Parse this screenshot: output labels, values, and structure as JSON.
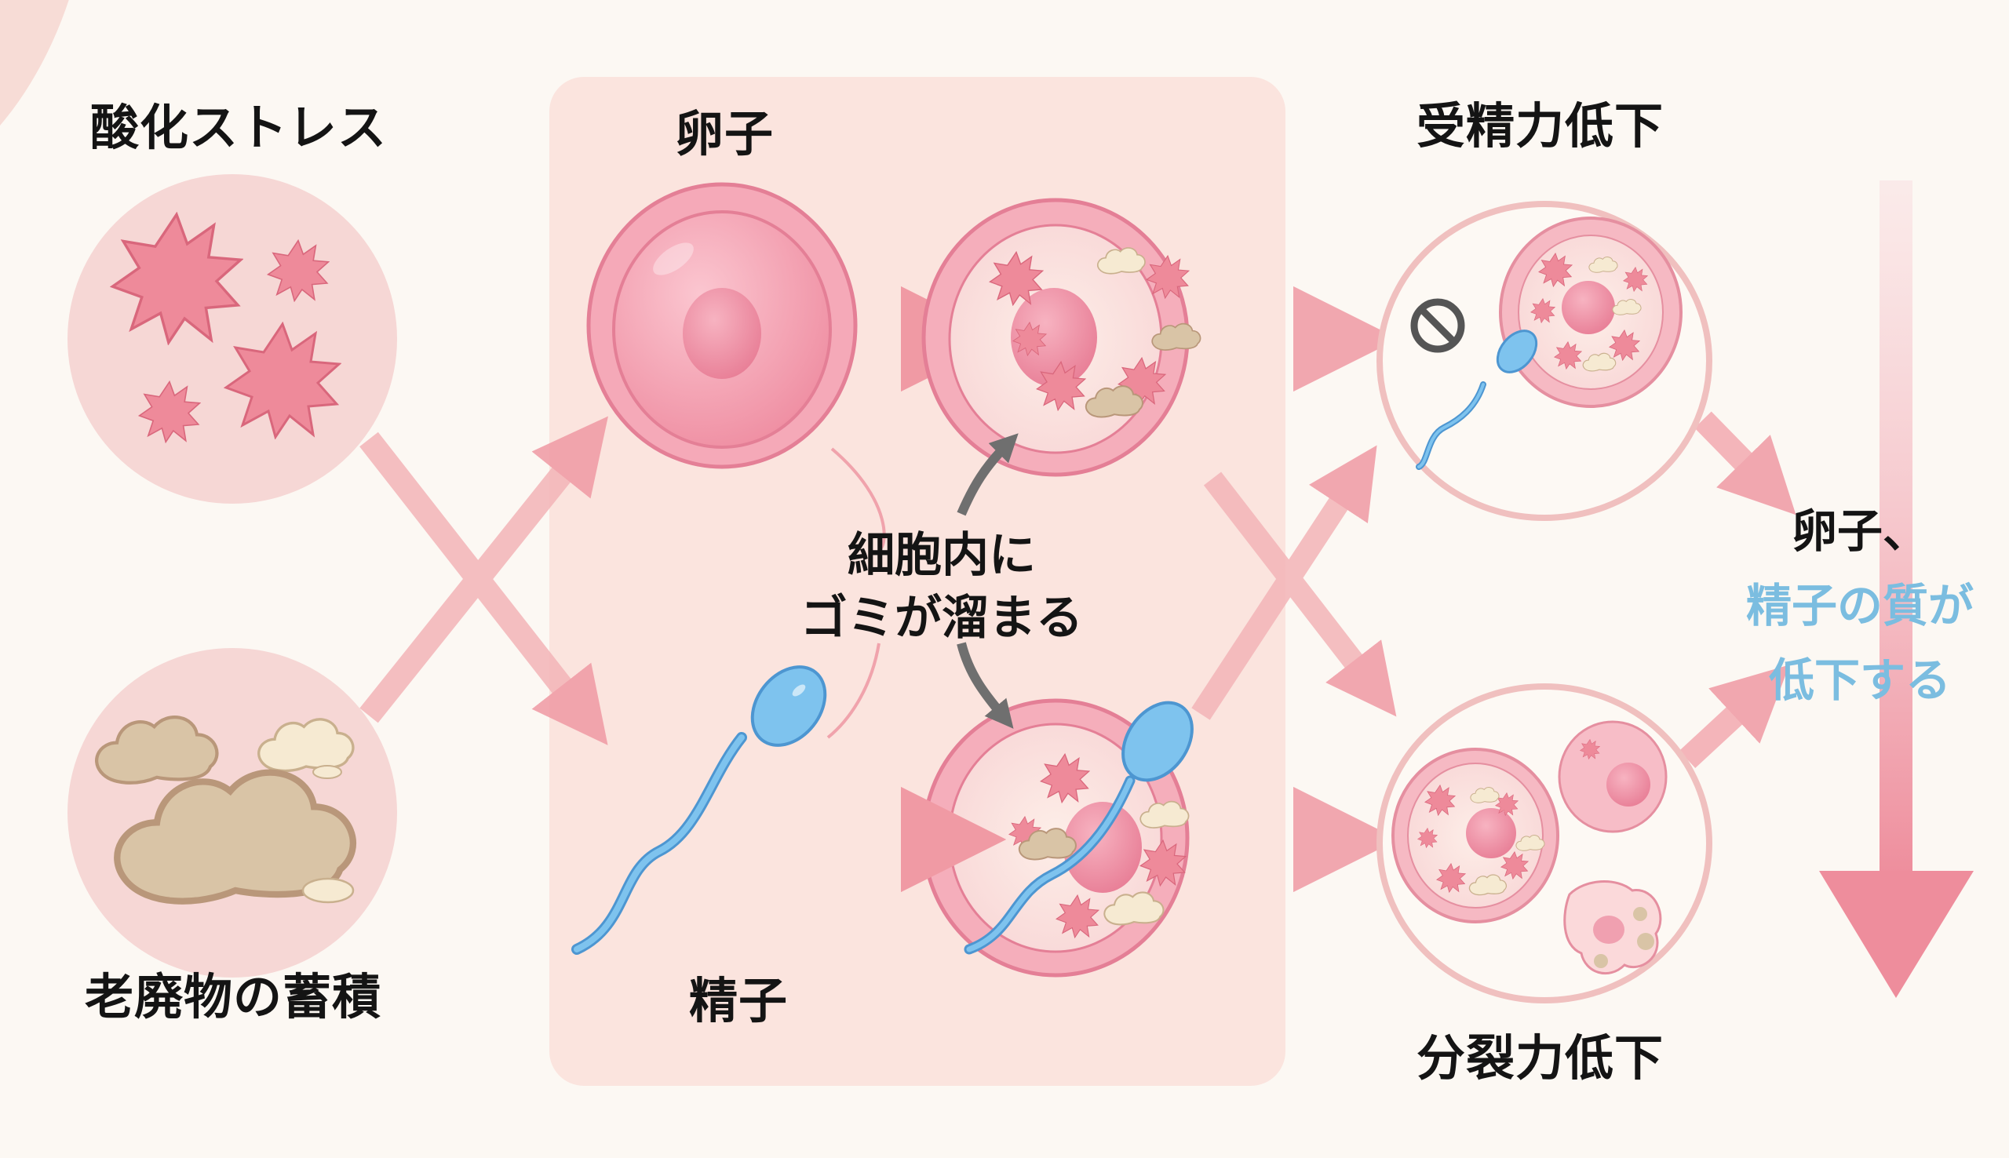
{
  "diagram": {
    "title_left_top": "酸化ストレス",
    "title_left_bottom": "老廃物の蓄積",
    "egg_label": "卵子",
    "sperm_label": "精子",
    "center_caption_line1": "細胞内に",
    "center_caption_line2": "ゴミが溜まる",
    "outcome_top": "受精力低下",
    "outcome_bottom": "分裂力低下",
    "conclusion_line1": "卵子、",
    "conclusion_line2": "精子の質が",
    "conclusion_line3": "低下する"
  },
  "colors": {
    "background": "#fcf8f3",
    "panel": "#fbe4de",
    "accent_pink": "#ee8a9a",
    "arrow_pink": "#f1a7ad",
    "sperm_blue": "#69b3e8",
    "conclusion_blue": "#7bbde0",
    "waste_tan": "#d9c4a6",
    "text_dark": "#141414",
    "caption_arrow_gray": "#6f6f6f"
  },
  "icons": {
    "oxidative_stress": "spiky-radical-icon",
    "waste": "waste-blob-icon",
    "blocked": "prohibited-icon",
    "sperm": "sperm-icon",
    "egg": "egg-cell-icon"
  }
}
